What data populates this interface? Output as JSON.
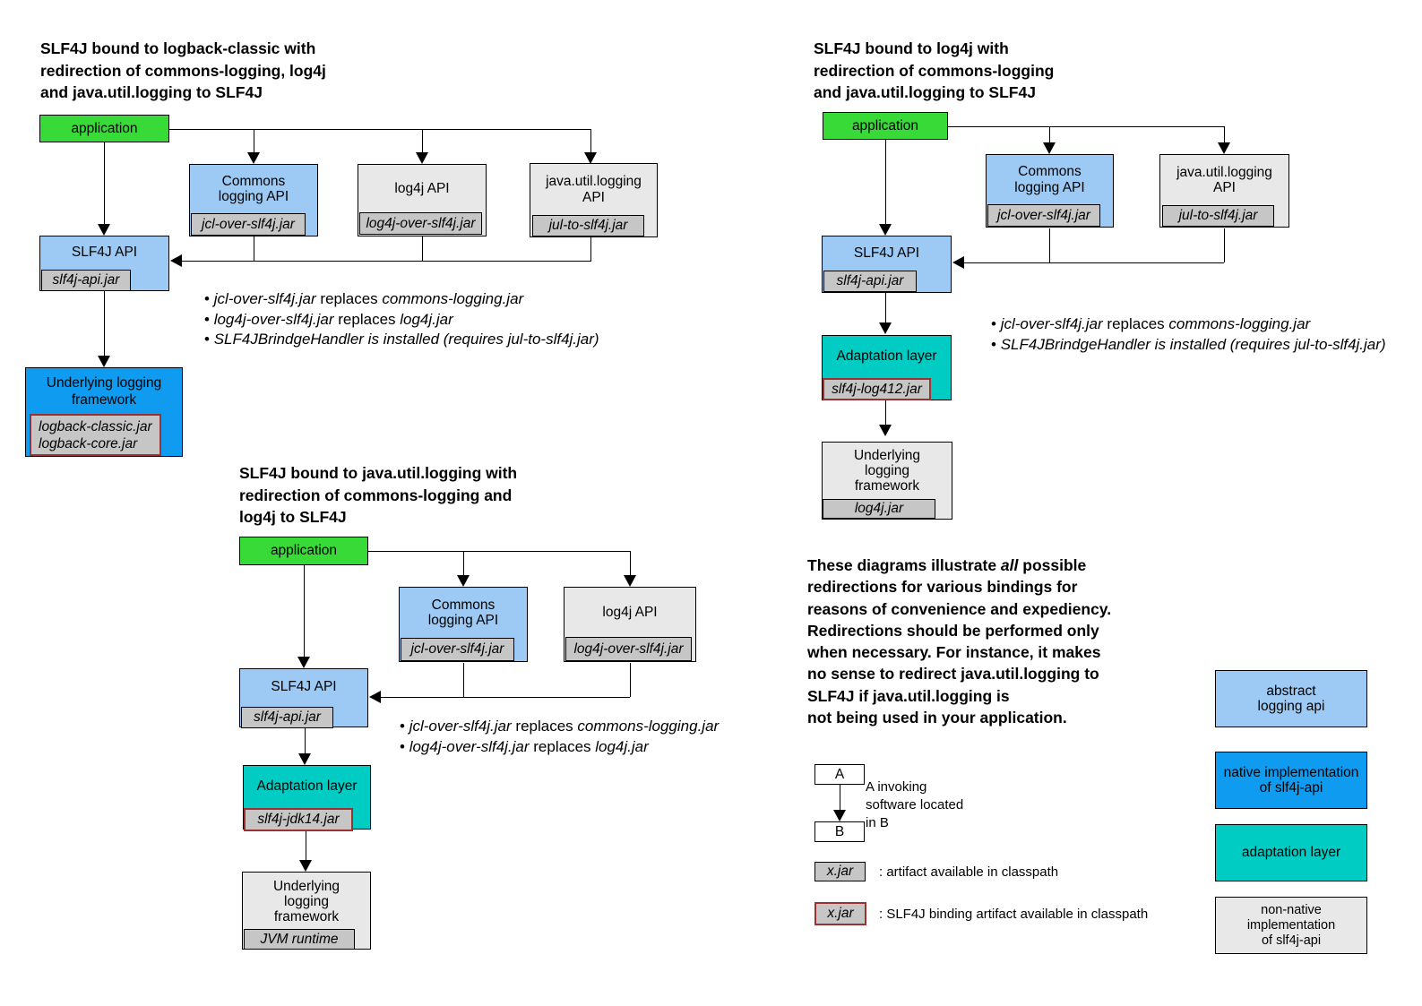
{
  "colors": {
    "application_green": "#38DA38",
    "abstract_api_blue": "#9CCAF5",
    "native_impl_blue": "#0F9BF0",
    "adaptation_teal": "#00CCC4",
    "non_native_gray": "#E8E8E8",
    "jar_tab_gray": "#C6C6C6",
    "binding_border_red": "#9B3131"
  },
  "d1": {
    "title": [
      "SLF4J bound to logback-classic with",
      "redirection of commons-logging, log4j",
      "and java.util.logging to SLF4J"
    ],
    "app": "application",
    "commons": [
      "Commons",
      "logging API"
    ],
    "commons_jar": "jcl-over-slf4j.jar",
    "log4j": "log4j API",
    "log4j_jar": "log4j-over-slf4j.jar",
    "jul": [
      "java.util.logging",
      "API"
    ],
    "jul_jar": "jul-to-slf4j.jar",
    "slf4j": "SLF4J API",
    "slf4j_jar": "slf4j-api.jar",
    "underlying": [
      "Underlying logging",
      "framework"
    ],
    "underlying_jars": [
      "logback-classic.jar",
      "logback-core.jar"
    ],
    "bullets": [
      [
        {
          "t": "• ",
          "i": false
        },
        {
          "t": "jcl-over-slf4j.jar",
          "i": true
        },
        {
          "t": " replaces ",
          "i": false
        },
        {
          "t": "commons-logging.jar",
          "i": true
        }
      ],
      [
        {
          "t": "• ",
          "i": false
        },
        {
          "t": "log4j-over-slf4j.jar",
          "i": true
        },
        {
          "t": " replaces ",
          "i": false
        },
        {
          "t": "log4j.jar",
          "i": true
        }
      ],
      [
        {
          "t": "• ",
          "i": false
        },
        {
          "t": "SLF4JBrindgeHandler is installed (requires jul-to-slf4j.jar)",
          "i": true
        }
      ]
    ]
  },
  "d2": {
    "title": [
      "SLF4J bound to log4j with",
      "redirection of commons-logging",
      "and java.util.logging to SLF4J"
    ],
    "app": "application",
    "commons": [
      "Commons",
      "logging API"
    ],
    "commons_jar": "jcl-over-slf4j.jar",
    "jul": [
      "java.util.logging",
      "API"
    ],
    "jul_jar": "jul-to-slf4j.jar",
    "slf4j": "SLF4J API",
    "slf4j_jar": "slf4j-api.jar",
    "adaptation": "Adaptation layer",
    "adaptation_jar": "slf4j-log412.jar",
    "underlying": [
      "Underlying",
      "logging",
      "framework"
    ],
    "underlying_jar": "log4j.jar",
    "bullets": [
      [
        {
          "t": "• ",
          "i": false
        },
        {
          "t": "jcl-over-slf4j.jar",
          "i": true
        },
        {
          "t": " replaces ",
          "i": false
        },
        {
          "t": "commons-logging.jar",
          "i": true
        }
      ],
      [
        {
          "t": "• ",
          "i": false
        },
        {
          "t": "SLF4JBrindgeHandler is installed (requires jul-to-slf4j.jar)",
          "i": true
        }
      ]
    ]
  },
  "d3": {
    "title": [
      "SLF4J bound to java.util.logging with",
      "redirection of commons-logging and",
      "log4j to SLF4J"
    ],
    "app": "application",
    "commons": [
      "Commons",
      "logging API"
    ],
    "commons_jar": "jcl-over-slf4j.jar",
    "log4j": "log4j API",
    "log4j_jar": "log4j-over-slf4j.jar",
    "slf4j": "SLF4J API",
    "slf4j_jar": "slf4j-api.jar",
    "adaptation": "Adaptation layer",
    "adaptation_jar": "slf4j-jdk14.jar",
    "underlying": [
      "Underlying",
      "logging",
      "framework"
    ],
    "underlying_jar": "JVM runtime",
    "bullets": [
      [
        {
          "t": "• ",
          "i": false
        },
        {
          "t": "jcl-over-slf4j.jar",
          "i": true
        },
        {
          "t": " replaces ",
          "i": false
        },
        {
          "t": "commons-logging.jar",
          "i": true
        }
      ],
      [
        {
          "t": "• ",
          "i": false
        },
        {
          "t": "log4j-over-slf4j.jar",
          "i": true
        },
        {
          "t": " replaces ",
          "i": false
        },
        {
          "t": "log4j.jar",
          "i": true
        }
      ]
    ]
  },
  "note": {
    "lines": [
      [
        {
          "t": "These diagrams illustrate ",
          "i": false
        },
        {
          "t": "all",
          "i": true
        },
        {
          "t": " possible",
          "i": false
        }
      ],
      [
        {
          "t": "redirections for various bindings for",
          "i": false
        }
      ],
      [
        {
          "t": "reasons of convenience and expediency.",
          "i": false
        }
      ],
      [
        {
          "t": "Redirections should be performed only",
          "i": false
        }
      ],
      [
        {
          "t": "when necessary. For instance, it makes",
          "i": false
        }
      ],
      [
        {
          "t": "no sense to redirect java.util.logging to",
          "i": false
        }
      ],
      [
        {
          "t": "SLF4J if java.util.logging is",
          "i": false
        }
      ],
      [
        {
          "t": "not being used in your application.",
          "i": false
        }
      ]
    ]
  },
  "legend": {
    "a": "A",
    "b": "B",
    "ab_desc": [
      "A invoking",
      "software located",
      "in B"
    ],
    "jar_label": "x.jar",
    "jar_plain_desc": ": artifact available in classpath",
    "jar_binding_desc": ": SLF4J binding artifact available in classpath",
    "types": [
      [
        "abstract",
        "logging api"
      ],
      [
        "native implementation",
        "of slf4j-api"
      ],
      [
        "adaptation layer"
      ],
      [
        "non-native implementation",
        "of slf4j-api"
      ]
    ]
  }
}
